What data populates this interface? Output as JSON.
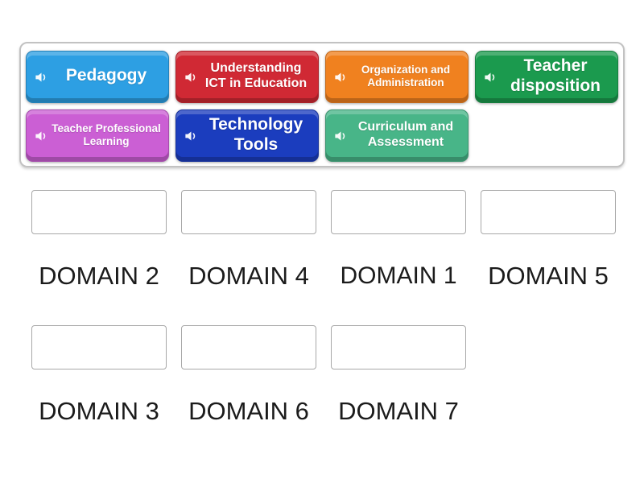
{
  "activity": {
    "type": "match-up drag and drop",
    "background_color": "#ffffff"
  },
  "tray": {
    "tiles": [
      {
        "label": "Pedagogy",
        "color": "#2D9FE3",
        "icon": "speaker-icon"
      },
      {
        "label": "Understanding ICT in Education",
        "color": "#D02934",
        "icon": "speaker-icon"
      },
      {
        "label": "Organization and Administration",
        "color": "#F0811F",
        "icon": "speaker-icon"
      },
      {
        "label": "Teacher disposition",
        "color": "#1B9A4E",
        "icon": "speaker-icon"
      },
      {
        "label": "Teacher Professional Learning",
        "color": "#CB5FD4",
        "icon": "speaker-icon"
      },
      {
        "label": "Technology Tools",
        "color": "#1B3DBE",
        "icon": "speaker-icon"
      },
      {
        "label": "Curriculum and Assessment",
        "color": "#48B588",
        "icon": "speaker-icon"
      }
    ]
  },
  "board": {
    "slots": [
      {
        "label": "DOMAIN 2"
      },
      {
        "label": "DOMAIN 4"
      },
      {
        "label": "DOMAIN 1"
      },
      {
        "label": "DOMAIN 5"
      },
      {
        "label": "DOMAIN 3"
      },
      {
        "label": "DOMAIN 6"
      },
      {
        "label": "DOMAIN 7"
      }
    ]
  }
}
